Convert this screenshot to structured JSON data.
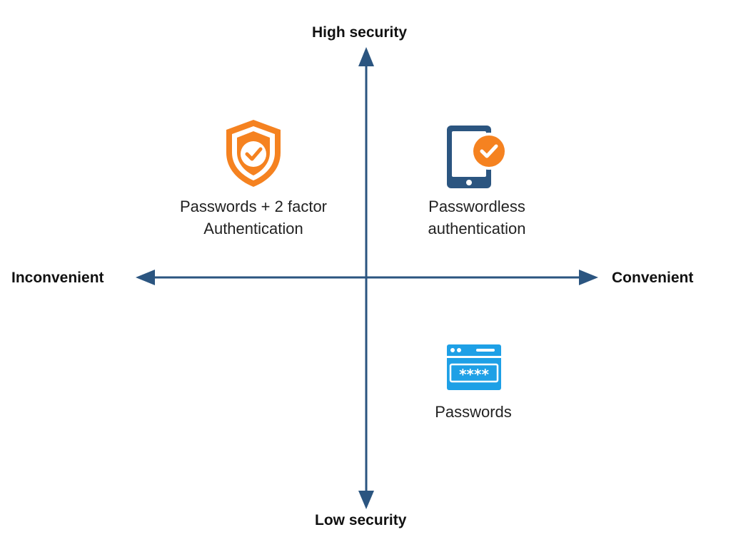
{
  "axes": {
    "top_label": "High security",
    "bottom_label": "Low security",
    "left_label": "Inconvenient",
    "right_label": "Convenient",
    "axis_color": "#2b5580"
  },
  "quadrants": {
    "top_left": {
      "label_line1": "Passwords + 2 factor",
      "label_line2": "Authentication",
      "icon": "shield-check-icon",
      "icon_color": "#f58220"
    },
    "top_right": {
      "label_line1": "Passwordless",
      "label_line2": "authentication",
      "icon": "phone-check-icon",
      "icon_color": "#2b5580",
      "badge_color": "#f58220"
    },
    "bottom_right": {
      "label_line1": "Passwords",
      "icon": "password-window-icon",
      "icon_color": "#1ea0e6",
      "masked_text": "****"
    }
  }
}
